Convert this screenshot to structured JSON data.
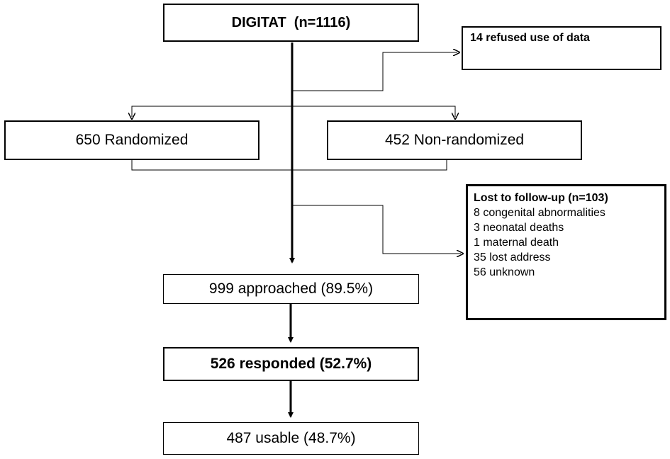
{
  "flow": {
    "top": "DIGITAT  (n=1116)",
    "refused": "14 refused use of data",
    "randomized": "650 Randomized",
    "non_randomized": "452 Non-randomized",
    "lost": {
      "title": "Lost to follow-up (n=103)",
      "items": [
        "8 congenital abnormalities",
        "3 neonatal deaths",
        "1 maternal death",
        "35 lost address",
        "56 unknown"
      ]
    },
    "approached": "999 approached (89.5%)",
    "responded": "526 responded (52.7%)",
    "usable": "487 usable (48.7%)"
  }
}
